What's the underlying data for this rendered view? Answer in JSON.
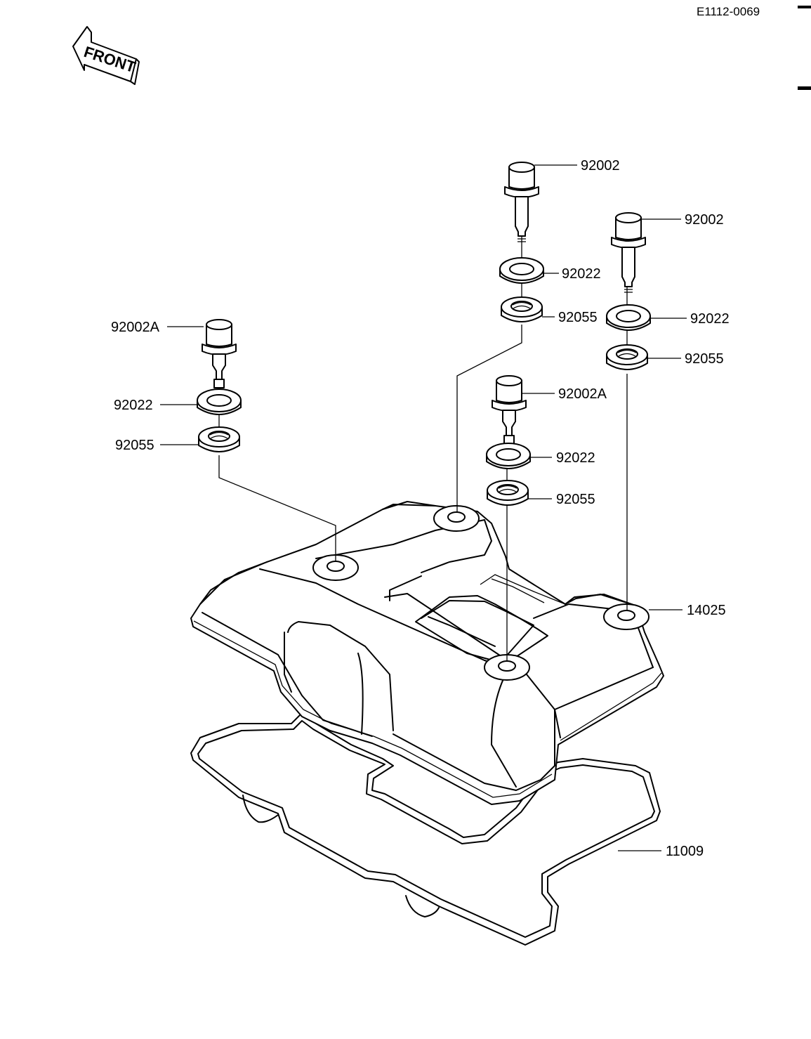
{
  "drawing_code": "E1112-0069",
  "front_marker": "FRONT",
  "parts": {
    "bolt_rear_center": "92002",
    "bolt_rear_right": "92002",
    "bolt_left": "92002A",
    "bolt_front_center": "92002A",
    "washer_rear_center": "92022",
    "washer_rear_right": "92022",
    "washer_left": "92022",
    "washer_front_center": "92022",
    "grommet_rear_center": "92055",
    "grommet_rear_right": "92055",
    "grommet_left": "92055",
    "grommet_front_center": "92055",
    "head_cover": "14025",
    "gasket": "11009"
  }
}
